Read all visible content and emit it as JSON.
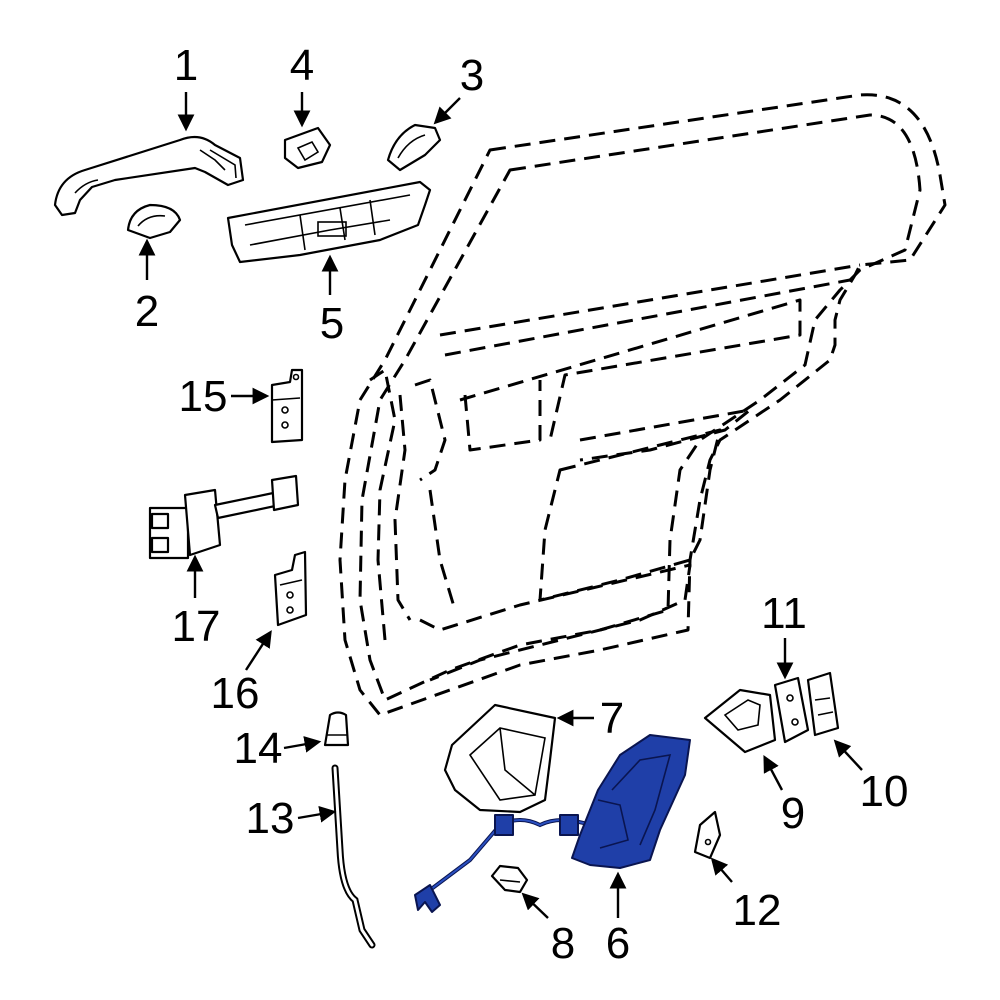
{
  "diagram": {
    "highlight_color": "#1f3fa8",
    "callouts": [
      {
        "id": "1",
        "label": "1"
      },
      {
        "id": "2",
        "label": "2"
      },
      {
        "id": "3",
        "label": "3"
      },
      {
        "id": "4",
        "label": "4"
      },
      {
        "id": "5",
        "label": "5"
      },
      {
        "id": "6",
        "label": "6"
      },
      {
        "id": "7",
        "label": "7"
      },
      {
        "id": "8",
        "label": "8"
      },
      {
        "id": "9",
        "label": "9"
      },
      {
        "id": "10",
        "label": "10"
      },
      {
        "id": "11",
        "label": "11"
      },
      {
        "id": "12",
        "label": "12"
      },
      {
        "id": "13",
        "label": "13"
      },
      {
        "id": "14",
        "label": "14"
      },
      {
        "id": "15",
        "label": "15"
      },
      {
        "id": "16",
        "label": "16"
      },
      {
        "id": "17",
        "label": "17"
      }
    ]
  }
}
